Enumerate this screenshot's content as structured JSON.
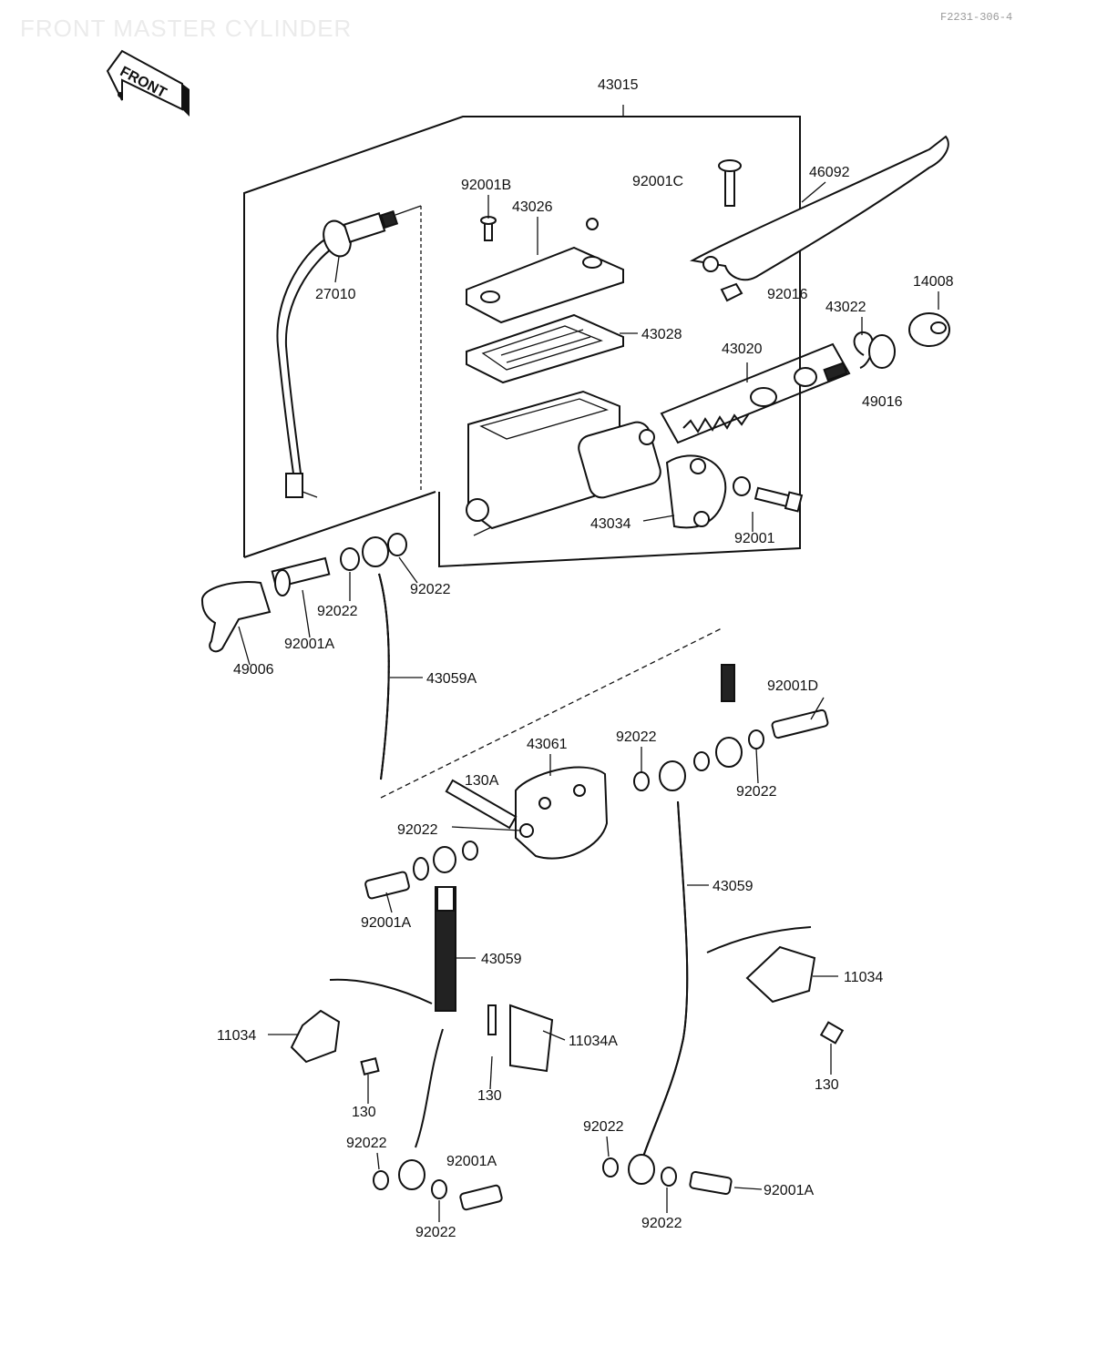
{
  "page": {
    "title": "FRONT MASTER CYLINDER",
    "code": "F2231-306-4"
  },
  "front_sign": {
    "label": "FRONT"
  },
  "callouts": {
    "c43015": "43015",
    "c92001B": "92001B",
    "c43026": "43026",
    "c92001C": "92001C",
    "c46092": "46092",
    "c27010": "27010",
    "c43028": "43028",
    "c92016": "92016",
    "c43022": "43022",
    "c14008": "14008",
    "c43020": "43020",
    "c49016": "49016",
    "c43034": "43034",
    "c92001": "92001",
    "c92022_a": "92022",
    "c92022_b": "92022",
    "c92001A_a": "92001A",
    "c49006": "49006",
    "c43059A": "43059A",
    "c92001D": "92001D",
    "c92022_c": "92022",
    "c43061": "43061",
    "c130A": "130A",
    "c92022_d": "92022",
    "c92022_e": "92022",
    "c43059_a": "43059",
    "c92001A_b": "92001A",
    "c43059_b": "43059",
    "c11034_a": "11034",
    "c11034_b": "11034",
    "c11034A": "11034A",
    "c130_a": "130",
    "c130_b": "130",
    "c130_c": "130",
    "c92022_f": "92022",
    "c92001A_c": "92001A",
    "c92022_g": "92022",
    "c92022_h": "92022",
    "c92001A_d": "92001A",
    "c92022_i": "92022"
  }
}
